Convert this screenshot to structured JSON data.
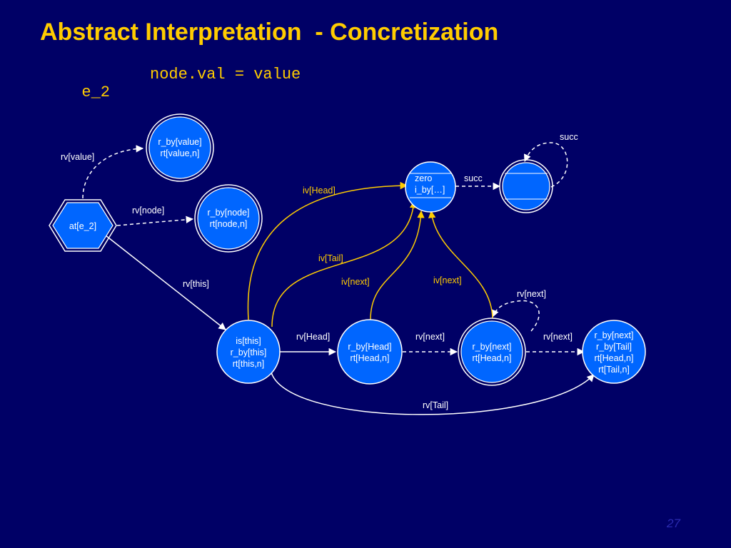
{
  "title": "Abstract Interpretation  - Concretization",
  "subtitle": {
    "label": "e_2",
    "code": "node.val = value"
  },
  "page_number": "27",
  "colors": {
    "background": "#000066",
    "title": "#ffcc00",
    "node_fill": "#0066ff",
    "white_edge": "#ffffff",
    "yellow_edge": "#ffcc00"
  },
  "nodes": {
    "at_e2": {
      "lines": [
        "at[e_2]"
      ]
    },
    "value": {
      "lines": [
        "r_by[value]",
        "rt[value,n]"
      ]
    },
    "node": {
      "lines": [
        "r_by[node]",
        "rt[node,n]"
      ]
    },
    "zero": {
      "lines": [
        "zero",
        "i_by[…]"
      ]
    },
    "succ_node": {
      "lines": []
    },
    "this": {
      "lines": [
        "is[this]",
        "r_by[this]",
        "rt[this,n]"
      ]
    },
    "head": {
      "lines": [
        "r_by[Head]",
        "rt[Head,n]"
      ]
    },
    "next": {
      "lines": [
        "r_by[next]",
        "rt[Head,n]"
      ]
    },
    "tail": {
      "lines": [
        "r_by[next]",
        "r_by[Tail]",
        "rt[Head,n]",
        "rt[Tail,n]"
      ]
    }
  },
  "edge_labels": {
    "rv_value": "rv[value]",
    "rv_node": "rv[node]",
    "rv_this": "rv[this]",
    "iv_head": "iv[Head]",
    "iv_tail": "iv[Tail]",
    "iv_next_1": "iv[next]",
    "iv_next_2": "iv[next]",
    "succ_1": "succ",
    "succ_2": "succ",
    "rv_next_loop": "rv[next]",
    "rv_head": "rv[Head]",
    "rv_next_1": "rv[next]",
    "rv_next_2": "rv[next]",
    "rv_tail": "rv[Tail]"
  }
}
